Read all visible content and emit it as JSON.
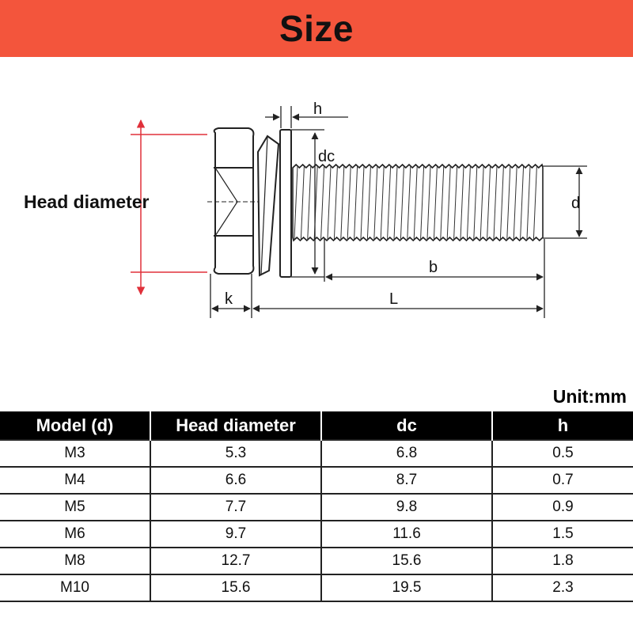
{
  "header": {
    "title": "Size"
  },
  "diagram": {
    "labels": {
      "head_diameter": "Head diameter",
      "h": "h",
      "dc": "dc",
      "d": "d",
      "b": "b",
      "k": "k",
      "L": "L"
    },
    "colors": {
      "dimension_line": "#e0303a",
      "outline": "#222222"
    }
  },
  "unit": "Unit:mm",
  "table": {
    "headers": [
      "Model (d)",
      "Head diameter",
      "dc",
      "h"
    ],
    "rows": [
      [
        "M3",
        "5.3",
        "6.8",
        "0.5"
      ],
      [
        "M4",
        "6.6",
        "8.7",
        "0.7"
      ],
      [
        "M5",
        "7.7",
        "9.8",
        "0.9"
      ],
      [
        "M6",
        "9.7",
        "11.6",
        "1.5"
      ],
      [
        "M8",
        "12.7",
        "15.6",
        "1.8"
      ],
      [
        "M10",
        "15.6",
        "19.5",
        "2.3"
      ]
    ]
  },
  "colors": {
    "banner": "#f3553c",
    "header_bg": "#000000"
  }
}
